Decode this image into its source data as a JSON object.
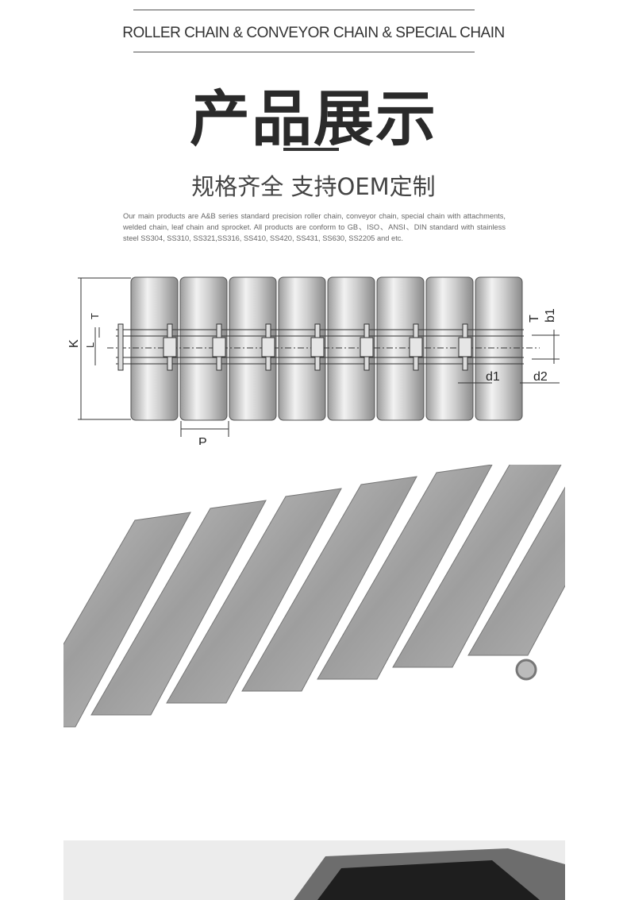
{
  "header": {
    "subtitle": "ROLLER CHAIN & CONVEYOR CHAIN & SPECIAL CHAIN",
    "title": "产品展示",
    "tagline": "规格齐全  支持OEM定制",
    "description": "Our main products are A&B series standard precision roller chain, conveyor chain, special chain with attachments, welded chain, leaf chain and sprocket. All products are conform to GB、ISO、ANSI、DIN standard with stainless steel  SS304, SS310, SS321,SS316, SS410, SS420, SS431, SS630, SS2205 and etc."
  },
  "diagram": {
    "labels": {
      "K": "K",
      "L": "L",
      "T_left": "T",
      "T_right": "T",
      "b1": "b1",
      "d1": "d1",
      "d2": "d2",
      "P": "P"
    }
  }
}
